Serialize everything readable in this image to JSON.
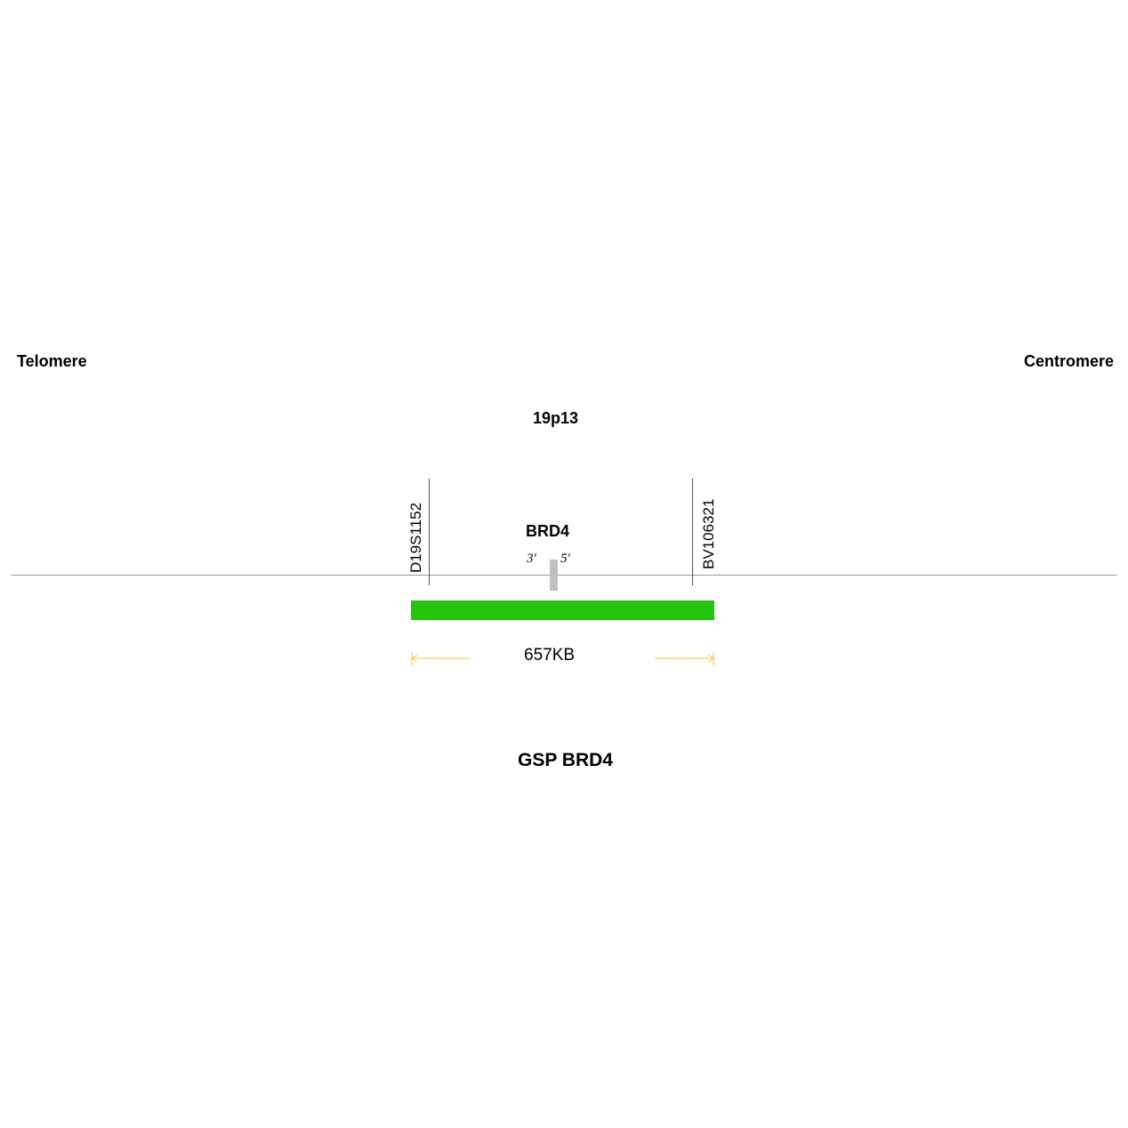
{
  "labels": {
    "telomere": "Telomere",
    "centromere": "Centromere",
    "band": "19p13",
    "gene": "BRD4",
    "three_prime": "3′",
    "five_prime": "5′",
    "size": "657KB",
    "probe": "GSP BRD4"
  },
  "markers": {
    "left": "D19S1152",
    "right": "BV106321"
  },
  "colors": {
    "probe": "#22c40e",
    "gene": "#c0c0c0",
    "arrow": "#f5c84a",
    "axis": "#8a9ab0"
  }
}
